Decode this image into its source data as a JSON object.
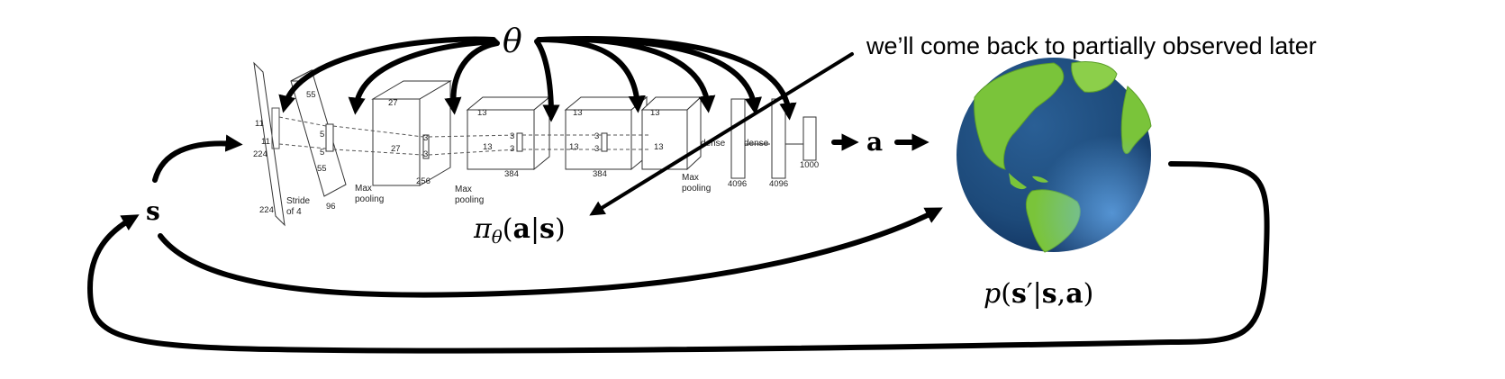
{
  "labels": {
    "theta": "θ",
    "state": "s",
    "action": "a",
    "policy": {
      "pi": "π",
      "sub": "θ",
      "paren_open": "(",
      "a": "a",
      "bar": "|",
      "s": "s",
      "paren_close": ")"
    },
    "dynamics": {
      "p": "p",
      "paren_open": "(",
      "s": "s",
      "prime": "′",
      "bar": "|",
      "s2": "s",
      "comma": ",",
      "a": "a",
      "paren_close": ")"
    },
    "note": "we’ll come back to partially observed later"
  },
  "cnn": {
    "input": {
      "h": "224",
      "w": "224",
      "k1": "11",
      "k2": "11"
    },
    "conv1": {
      "top": "55",
      "side": "55",
      "depth": "96",
      "stride": [
        "Stride",
        "of 4"
      ],
      "k": "5",
      "k2": "5"
    },
    "pool1": [
      "Max",
      "pooling"
    ],
    "conv2": {
      "top": "27",
      "side": "27",
      "depth": "256",
      "k": "3",
      "k2": "3"
    },
    "pool2": [
      "Max",
      "pooling"
    ],
    "conv3": {
      "top": "13",
      "side": "13",
      "depth": "384",
      "k": "3",
      "k2": "3"
    },
    "conv4": {
      "top": "13",
      "side": "13",
      "depth": "384",
      "k": "3",
      "k2": "3"
    },
    "conv5": {
      "top": "13",
      "side": "13"
    },
    "pool3": [
      "Max",
      "pooling"
    ],
    "dense_labels": [
      "dense",
      "dense"
    ],
    "fc1": "4096",
    "fc2": "4096",
    "out": "1000"
  },
  "colors": {
    "ocean": "#1d4a7a",
    "land": "#7ac43a",
    "arrows": "#000000"
  }
}
